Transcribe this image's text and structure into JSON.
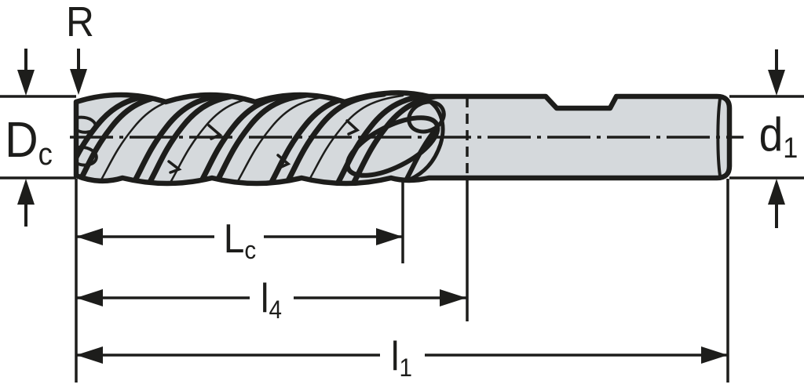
{
  "drawing": {
    "labels": {
      "corner_radius": {
        "main": "R",
        "sub": ""
      },
      "cutting_diameter": {
        "main": "D",
        "sub": "c"
      },
      "shank_diameter": {
        "main": "d",
        "sub": "1"
      },
      "cutting_edge_length": {
        "main": "L",
        "sub": "c"
      },
      "length_l4": {
        "main": "l",
        "sub": "4"
      },
      "overall_length": {
        "main": "l",
        "sub": "1"
      }
    },
    "colors": {
      "line": "#1d1d1b",
      "body_fill": "#d5d9dc",
      "background": "#ffffff"
    }
  }
}
